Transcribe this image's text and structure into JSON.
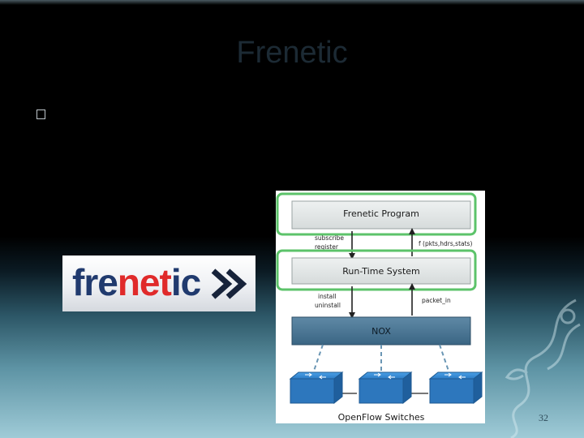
{
  "slide": {
    "title": "Frenetic",
    "bullet_text": "",
    "page_number": "32"
  },
  "logo": {
    "part1": "fre",
    "part2": "net",
    "part3": "ic",
    "arrows_icon": "double-chevron-right-icon",
    "colors": {
      "dark": "#203a6e",
      "red": "#e02a2a"
    }
  },
  "diagram": {
    "frenetic_program": "Frenetic Program",
    "runtime_system": "Run-Time System",
    "nox": "NOX",
    "openflow_switches": "OpenFlow Switches",
    "subscribe": "subscribe",
    "register": "register",
    "f_label": "f (pkts,hdrs,stats)",
    "install": "install",
    "uninstall": "uninstall",
    "packet_in": "packet_in",
    "colors": {
      "highlight_border": "#5cc36a",
      "box_fill": "#dfe3e3",
      "nox_fill": "#45708e",
      "switch_fill": "#2f7ec9"
    }
  }
}
